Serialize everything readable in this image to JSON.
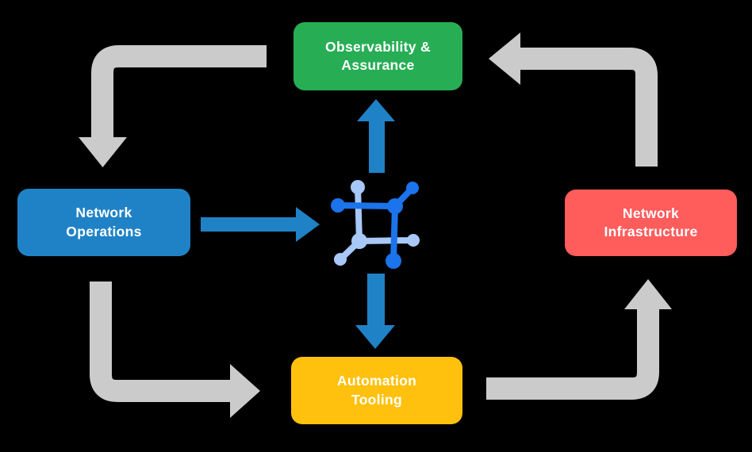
{
  "diagram": {
    "nodes": [
      {
        "id": "observability-assurance",
        "label": "Observability &\nAssurance",
        "color": "#27ae55",
        "position": "top"
      },
      {
        "id": "network-operations",
        "label": "Network\nOperations",
        "color": "#2082c6",
        "position": "left"
      },
      {
        "id": "network-infrastructure",
        "label": "Network\nInfrastructure",
        "color": "#ff5c5c",
        "position": "right"
      },
      {
        "id": "automation-tooling",
        "label": "Automation\nTooling",
        "color": "#ffc10d",
        "position": "bottom"
      }
    ],
    "center_icon": "network-mesh-icon",
    "cycle_arrows": [
      {
        "from": "Observability & Assurance",
        "to": "Network Operations",
        "style": "gray"
      },
      {
        "from": "Network Operations",
        "to": "Automation Tooling",
        "style": "gray"
      },
      {
        "from": "Automation Tooling",
        "to": "Network Infrastructure",
        "style": "gray"
      },
      {
        "from": "Network Infrastructure",
        "to": "Observability & Assurance",
        "style": "gray"
      }
    ],
    "center_arrows": [
      {
        "from": "Network Operations",
        "to": "center",
        "style": "blue"
      },
      {
        "from": "center",
        "to": "Observability & Assurance",
        "style": "blue"
      },
      {
        "from": "center",
        "to": "Automation Tooling",
        "style": "blue"
      }
    ],
    "colors": {
      "background": "#000000",
      "text": "#ffffff",
      "arrow_gray": "#cbcbcb",
      "arrow_blue": "#2082c6",
      "icon_blue": "#1b74eb",
      "icon_light_blue": "#a8c8f8"
    }
  }
}
